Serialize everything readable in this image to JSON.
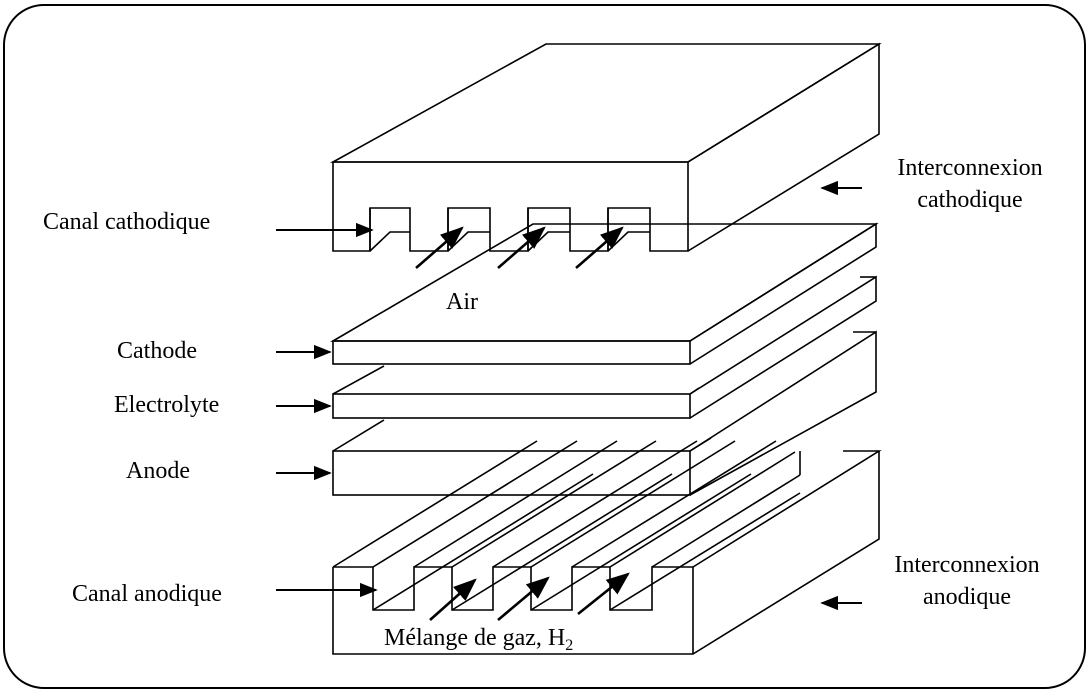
{
  "labels": {
    "canal_cathodique": "Canal cathodique",
    "interconnexion_cathodique_line1": "Interconnexion",
    "interconnexion_cathodique_line2": "cathodique",
    "air": "Air",
    "cathode": "Cathode",
    "electrolyte": "Electrolyte",
    "anode": "Anode",
    "canal_anodique": "Canal anodique",
    "interconnexion_anodique_line1": "Interconnexion",
    "interconnexion_anodique_line2": "anodique",
    "gas_mixture_text": "Mélange de gaz, H",
    "gas_mixture_subscript": "2"
  },
  "colors": {
    "line": "#000000",
    "background": "#ffffff"
  }
}
